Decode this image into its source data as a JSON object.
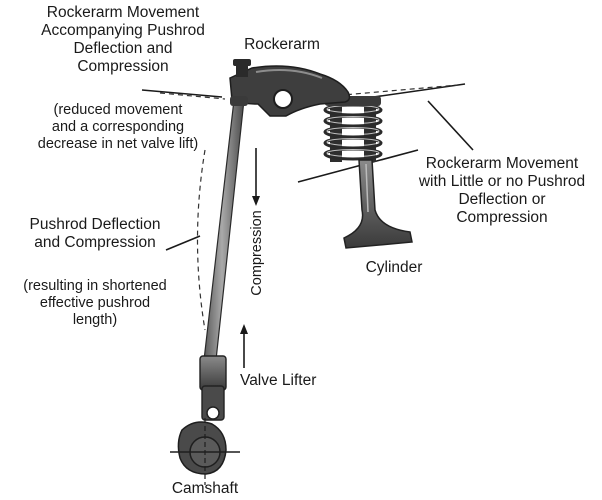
{
  "labels": {
    "rocker_movement_deflection": [
      "Rockerarm Movement",
      "Accompanying Pushrod",
      "Deflection and",
      "Compression"
    ],
    "reduced_movement": [
      "(reduced movement",
      "and a corresponding",
      "decrease in net valve lift)"
    ],
    "rockerarm": "Rockerarm",
    "rocker_movement_little": [
      "Rockerarm Movement",
      "with Little or no Pushrod",
      "Deflection or",
      "Compression"
    ],
    "pushrod_deflection": [
      "Pushrod Deflection",
      "and Compression"
    ],
    "shortened_length": [
      "(resulting in shortened",
      "effective pushrod",
      "length)"
    ],
    "compression": "Compression",
    "cylinder": "Cylinder",
    "valve_lifter": "Valve Lifter",
    "camshaft": "Camshaft"
  },
  "colors": {
    "metal_dark": "#3c3c3c",
    "metal_mid": "#6e6e6e",
    "line": "#1a1a1a"
  }
}
